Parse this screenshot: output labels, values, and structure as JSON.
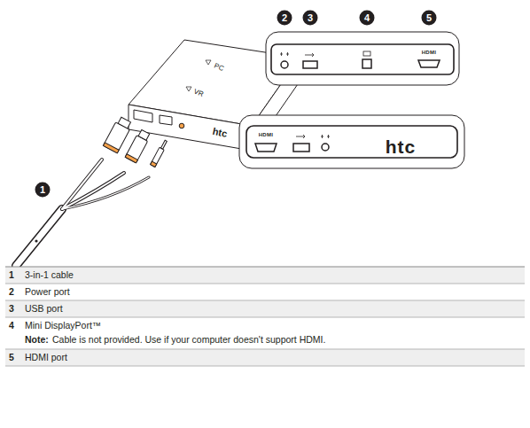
{
  "diagram": {
    "labels": [
      "1",
      "2",
      "3",
      "4",
      "5",
      "HDMI",
      "PC",
      "VR",
      "htc",
      "HDMI",
      "htc",
      "HDMI",
      "1",
      "3-in-1 cable",
      "2",
      "Power port",
      "3",
      "USB port",
      "4",
      "Mini DisplayPort™",
      "Note:",
      "Cable is not provided. Use if your computer doesn't support HDMI.",
      "5",
      "HDMI port"
    ]
  }
}
